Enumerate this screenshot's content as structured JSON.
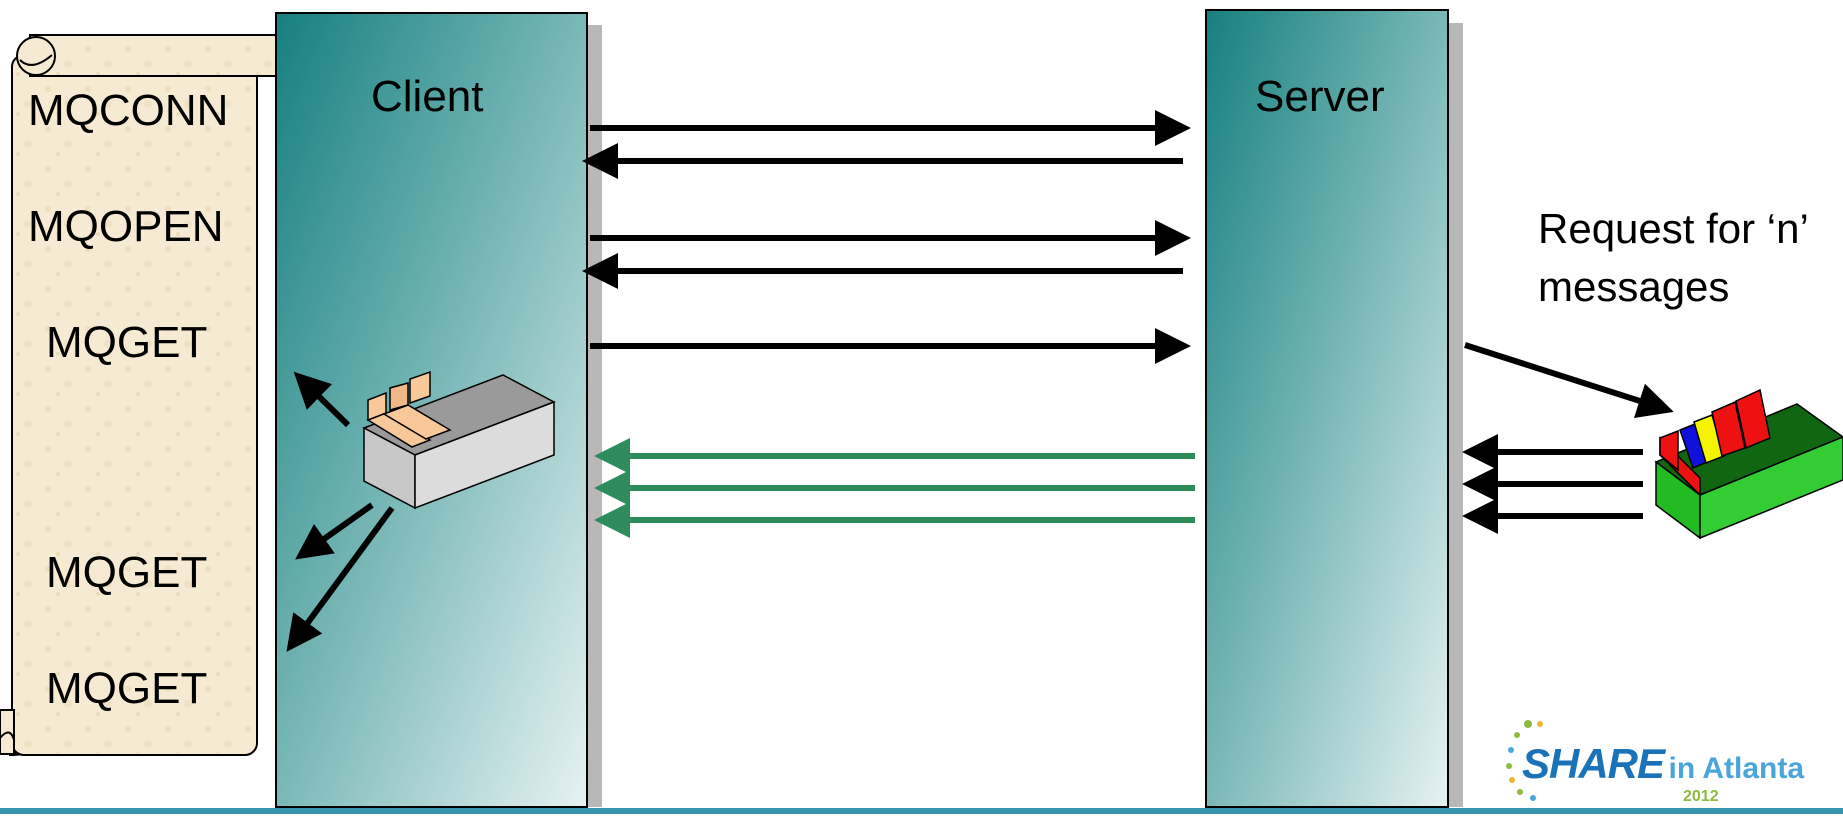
{
  "scroll": {
    "calls": [
      "MQCONN",
      "MQOPEN",
      "MQGET",
      "MQGET",
      "MQGET"
    ]
  },
  "client": {
    "title": "Client"
  },
  "server": {
    "title": "Server"
  },
  "request_note": "Request for ‘n’ messages",
  "logo": {
    "share": "SHARE",
    "location": "in Atlanta",
    "year": "2012"
  },
  "colors": {
    "box_dark": "#16807f",
    "box_light": "#e6f2f2",
    "arrow_black": "#000000",
    "arrow_green": "#2e8b5a",
    "scroll_fill": "#f6ebd2",
    "tray_gray": "#c0c0c0",
    "tray_green": "#22bb22",
    "tab_peach": "#f8c898",
    "tab_red": "#ee1111",
    "tab_blue": "#1111dd",
    "tab_yellow": "#f4f400"
  }
}
